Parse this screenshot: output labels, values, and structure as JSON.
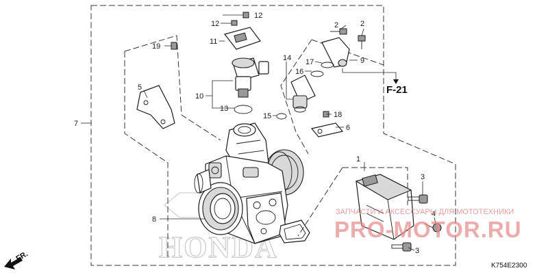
{
  "diagram": {
    "labels": [
      "1",
      "2",
      "2",
      "3",
      "3",
      "4",
      "5",
      "6",
      "7",
      "8",
      "9",
      "10",
      "11",
      "12",
      "12",
      "13",
      "14",
      "15",
      "16",
      "17",
      "18",
      "19"
    ],
    "reference": "F-21",
    "direction": "FR.",
    "drawing_code": "K754E2300"
  },
  "watermark": {
    "tagline": "ЗАПЧАСТИ И АКСЕССУАРЫ ДЛЯ МОТОТЕХНИКИ",
    "site": "PRO-MOTOR.RU",
    "brand": "HONDA"
  },
  "colors": {
    "line": "#1a1a1a",
    "watermark_red": "#e88a8a",
    "watermark_gray": "#c9c9c9"
  }
}
